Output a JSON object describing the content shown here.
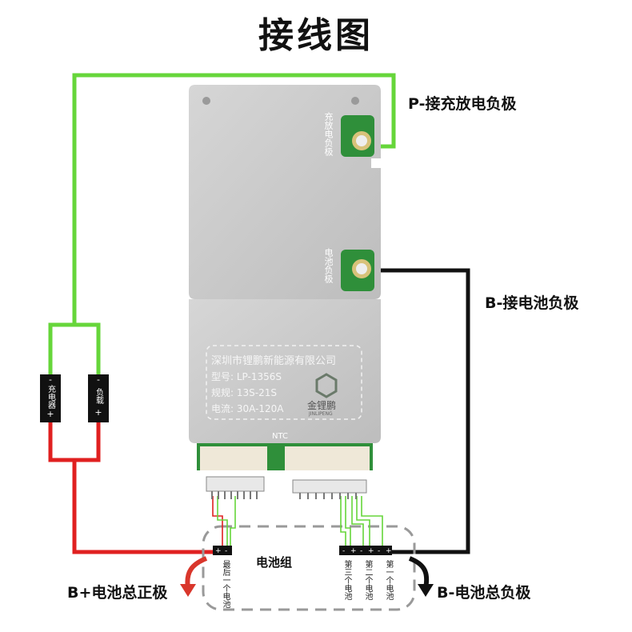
{
  "title": "接线图",
  "labels": {
    "p_neg": "P-接充放电负极",
    "b_neg": "B-接电池负极",
    "b_plus_total": "B+电池总正极",
    "b_minus_total": "B-电池总负极",
    "battery_pack": "电池组"
  },
  "board": {
    "port_top_label": "充放电负极",
    "port_mid_label": "电池负极",
    "company": "深圳市锂鹏新能源有限公司",
    "model_line": "型号: LP-1356S",
    "spec_line": "规规: 13S-21S",
    "current_line": "电流: 30A-120A",
    "logo_text": "金锂鹏",
    "logo_sub": "JINLIPENG",
    "ntc": "NTC"
  },
  "devices": {
    "charger": {
      "neg": "-",
      "name": "充电器",
      "pos": "+"
    },
    "load": {
      "neg": "-",
      "name": "负载",
      "pos": "+"
    }
  },
  "cells": {
    "last": "最后一个电池",
    "third": "第三个电池",
    "second": "第二个电池",
    "first": "第一个电池"
  },
  "colors": {
    "green_wire": "#66d63a",
    "red_wire": "#e02020",
    "black_wire": "#111111",
    "plate": "#c9c9c9",
    "pcb": "#2f8f3a",
    "arrow_red": "#d9362b"
  }
}
